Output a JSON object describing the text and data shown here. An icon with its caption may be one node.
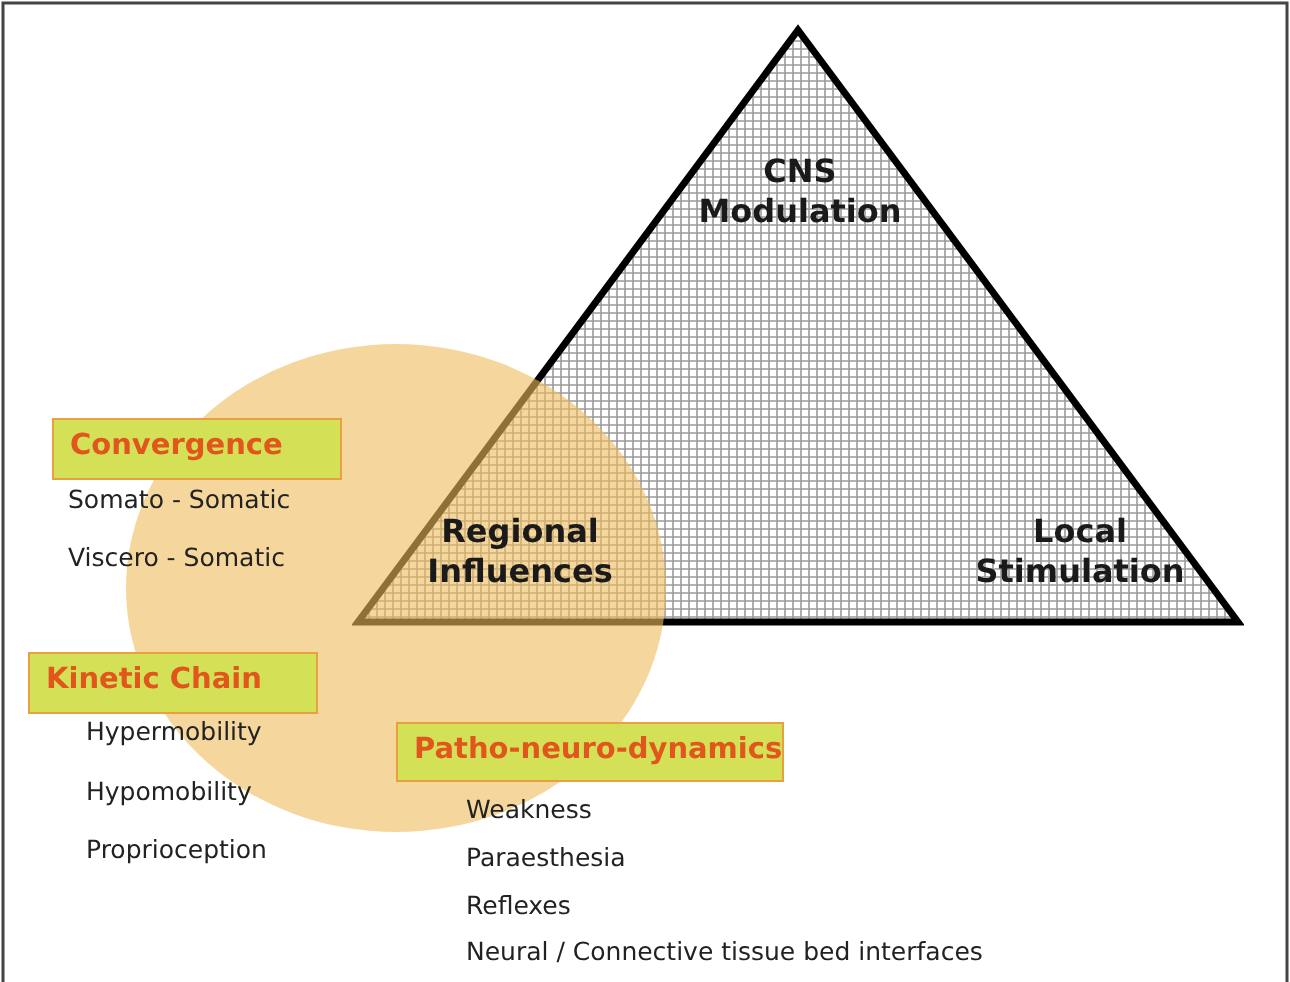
{
  "diagram": {
    "nodes": [
      {
        "text": [],
        "shape": "triangle"
      },
      {
        "text": [],
        "shape": "circle"
      },
      {
        "text": [
          "Convergence"
        ]
      },
      {
        "text": [
          "Kinetic Chain"
        ]
      },
      {
        "text": [
          "Patho-neuro-dynamics"
        ]
      }
    ],
    "labels": [
      "CNS Modulation",
      "Somato - Somatic",
      "Regional Influences",
      "Local Stimulation",
      "Viscero - Somatic",
      "Hypermobility",
      "Hypomobility",
      "Proprioception",
      "Weakness",
      "Paraesthesia",
      "Reflexes",
      "Neural / Connective tissue bed interfaces"
    ]
  }
}
